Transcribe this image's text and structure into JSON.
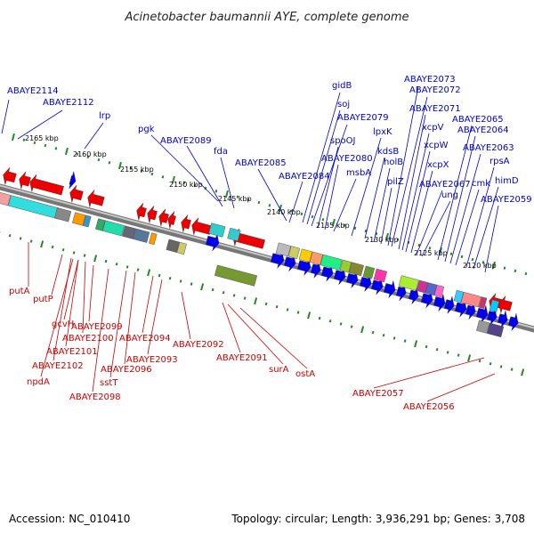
{
  "title": "Acinetobacter baumannii AYE, complete genome",
  "footer": {
    "accession": "Accession: NC_010410",
    "topology": "Topology: circular; Length: 3,936,291 bp; Genes: 3,708"
  },
  "colors": {
    "forward_label": "#0000cc",
    "reverse_label": "#cc0000",
    "backbone": "#999999",
    "tick": "#228b22",
    "forward_gene": "#0000ee",
    "reverse_gene": "#ee0000"
  },
  "tick_labels": [
    "2165 kbp",
    "2160 kbp",
    "2155 kbp",
    "2150 kbp",
    "2145 kbp",
    "2140 kbp",
    "2135 kbp",
    "2130 kbp",
    "2125 kbp",
    "2120 kbp"
  ],
  "forward_genes": [
    "ABAYE2114",
    "ABAYE2112",
    "lrp",
    "pgk",
    "ABAYE2089",
    "fda",
    "ABAYE2085",
    "ABAYE2084",
    "gidB",
    "soj",
    "ABAYE2079",
    "spoOJ",
    "ABAYE2080",
    "msbA",
    "lpxK",
    "kdsB",
    "holB",
    "pilZ",
    "ABAYE2073",
    "ABAYE2072",
    "ABAYE2071",
    "xcpV",
    "xcpW",
    "xcpX",
    "ABAYE2067",
    "ung",
    "ABAYE2065",
    "ABAYE2064",
    "ABAYE2063",
    "cmk",
    "rpsA",
    "himD",
    "ABAYE2059"
  ],
  "reverse_genes": [
    "putA",
    "putP",
    "gcvH",
    "ABAYE2099",
    "ABAYE2100",
    "ABAYE2101",
    "ABAYE2102",
    "npdA",
    "ABAYE2094",
    "ABAYE2096",
    "ABAYE2093",
    "sstT",
    "ABAYE2098",
    "ABAYE2092",
    "ABAYE2091",
    "surA",
    "ostA",
    "ABAYE2057",
    "ABAYE2056"
  ]
}
